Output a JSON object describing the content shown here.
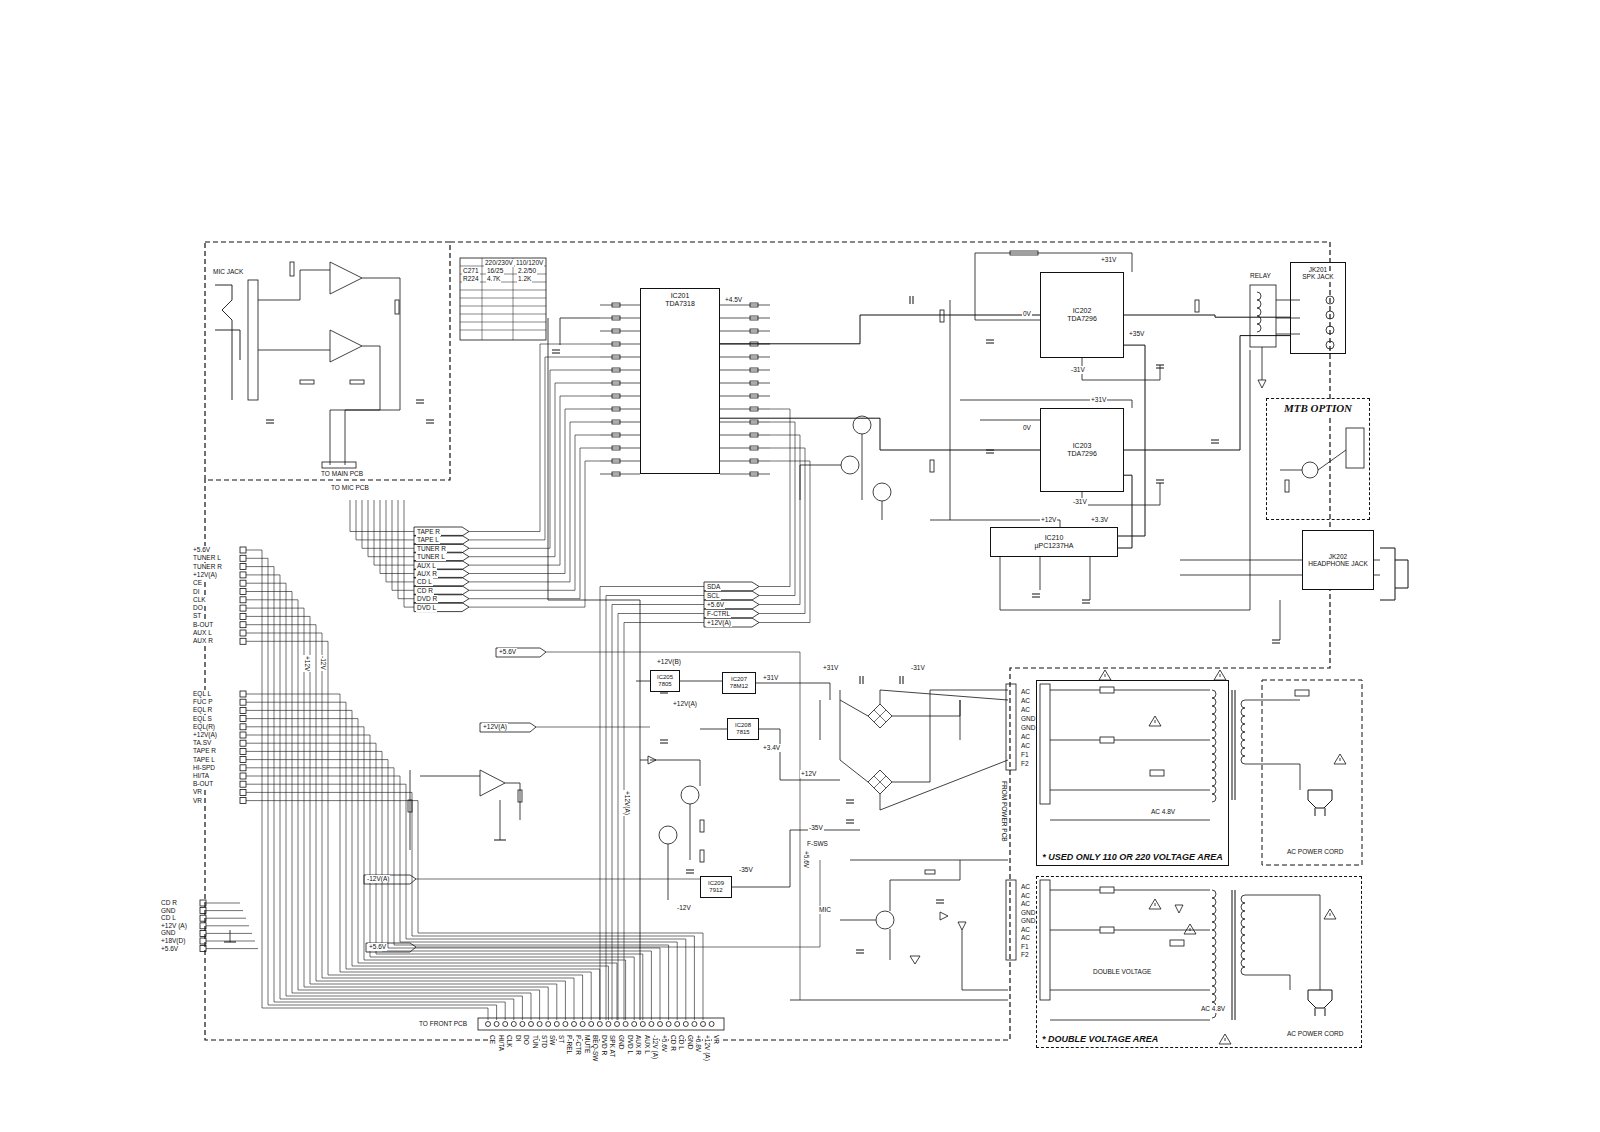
{
  "diagram": {
    "nodes": [
      {
        "text": [
          "IC201",
          "TDA7318"
        ]
      },
      {
        "text": [
          "IC202",
          "TDA7296"
        ]
      },
      {
        "text": [
          "IC203",
          "TDA7296"
        ]
      },
      {
        "text": [
          "IC210",
          "µPC1237HA"
        ]
      },
      {
        "text": [
          "JK201",
          "SPK JACK"
        ]
      },
      {
        "text": [
          "MTB OPTION"
        ]
      },
      {
        "text": [
          "* USED ONLY 110 OR 220 VOLTAGE AREA"
        ]
      },
      {
        "text": [
          "* DOUBLE VOLTAGE AREA"
        ]
      },
      {
        "text": [
          "IC205",
          "7805"
        ]
      },
      {
        "text": [
          "IC207",
          "78M12"
        ]
      },
      {
        "text": [
          "IC208",
          "7815"
        ]
      },
      {
        "text": [
          "IC209",
          "7912"
        ]
      },
      {
        "text": [
          "JK202",
          "HEADPHONE JACK"
        ]
      }
    ],
    "edges": [
      {
        "from": 0,
        "to": 1,
        "arrow": "none"
      },
      {
        "from": 0,
        "to": 2,
        "arrow": "none"
      },
      {
        "from": 1,
        "to": 4,
        "arrow": "none"
      },
      {
        "from": 2,
        "to": 4,
        "arrow": "none"
      },
      {
        "from": 3,
        "to": 1,
        "arrow": "none"
      },
      {
        "from": 3,
        "to": 2,
        "arrow": "none"
      }
    ],
    "labels": [
      "+5.6V",
      "TUNER L",
      "TUNER R",
      "+12V(A)",
      "CE",
      "DI",
      "CLK",
      "DO",
      "ST",
      "B-OUT",
      "AUX L",
      "AUX R",
      "EQL L",
      "FUC P",
      "EQL R",
      "EQL S",
      "EQL(R)",
      "+12V(A)",
      "TA.SV",
      "TAPE R",
      "TAPE L",
      "HI-SPD",
      "HI/TA",
      "B-OUT",
      "VR",
      "VR",
      "CD R",
      "GND",
      "CD L",
      "+12V (A)",
      "GND",
      "+18V(D)",
      "+5.6V",
      "CE",
      "HI/TA",
      "CLK",
      "DI",
      "DO",
      "TUN",
      "STD",
      "SW",
      "ST",
      "P-REL",
      "P-CTR",
      "MUTE",
      "BEQ-SW",
      "DVD R",
      "SPK AT",
      "GND",
      "DVD L",
      "AUX R",
      "AUX L",
      "-12V (A)",
      "+5.6V",
      "CD R",
      "CD L",
      "GND",
      "+6.8V",
      "+12V (A)",
      "VR",
      "TAPE R",
      "TAPE L",
      "TUNER R",
      "TUNER L",
      "AUX L",
      "AUX R",
      "CD L",
      "CD R",
      "DVD R",
      "DVD L",
      "SDA",
      "SCL",
      "+5.6V",
      "F-CTRL",
      "+12V(A)",
      "AC",
      "AC",
      "AC",
      "GND",
      "GND",
      "AC",
      "AC",
      "F1",
      "F2",
      "AC",
      "AC",
      "AC",
      "GND",
      "GND",
      "AC",
      "AC",
      "F1",
      "F2",
      "220/230V",
      "110/120V",
      "C271",
      "16/25",
      "2.2/50",
      "R224",
      "4.7K",
      "1.2K",
      "+5.6V",
      "+12V(A)",
      "-12V(A)",
      "+5.6V",
      "+12V",
      "-12V",
      "+12V(A)",
      "+5.6V",
      "RELAY",
      "MIC JACK",
      "TO MAIN PCB",
      "TO FRONT PCB",
      "FROM POWER PCB",
      "AC POWER CORD",
      "AC POWER CORD",
      "DOUBLE VOLTAGE",
      "AC 4.8V",
      "AC 4.8V",
      "+31V",
      "+35V",
      "-31V",
      "+31V",
      "-31V",
      "+12V",
      "+3.3V",
      "+31V",
      "-31V",
      "+12V",
      "-35V",
      "+12V(B)",
      "+12V(A)",
      "+31V",
      "+3.4V",
      "-12V",
      "-35V",
      "MIC",
      "F-SWS",
      "+4.5V",
      "0V",
      "0V",
      "TO MIC PCB"
    ]
  }
}
